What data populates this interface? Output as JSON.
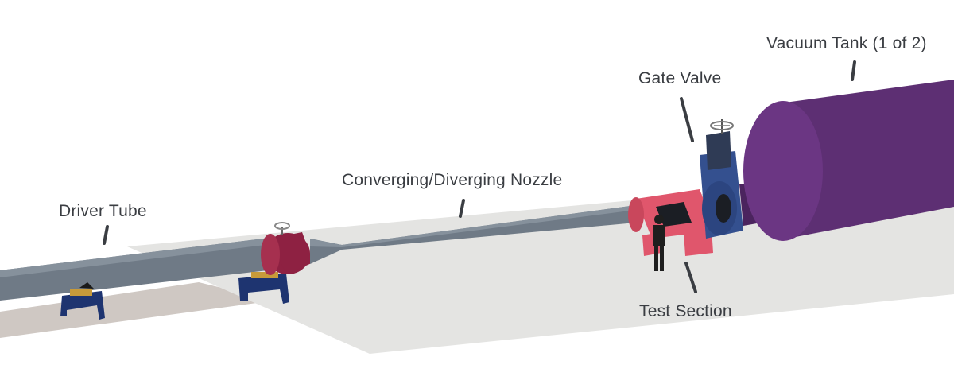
{
  "labels": {
    "driver_tube": "Driver Tube",
    "nozzle": "Converging/Diverging Nozzle",
    "gate_valve": "Gate Valve",
    "vacuum_tank": "Vacuum Tank (1 of 2)",
    "test_section": "Test Section"
  },
  "colors": {
    "floor": "#e4e4e2",
    "floor_shadow": "#cfc8c3",
    "tube": "#6f7a86",
    "tube_top": "#86919c",
    "flange_red": "#8e2142",
    "test_section_red": "#e0566c",
    "gate_valve_blue": "#34508f",
    "vacuum_tank_purple": "#5d2f73",
    "support_blue": "#1e3470",
    "support_gold": "#c79a3a",
    "leader_line": "#3a3d42"
  },
  "icons": [
    "handwheel-icon",
    "person-figure-icon"
  ]
}
